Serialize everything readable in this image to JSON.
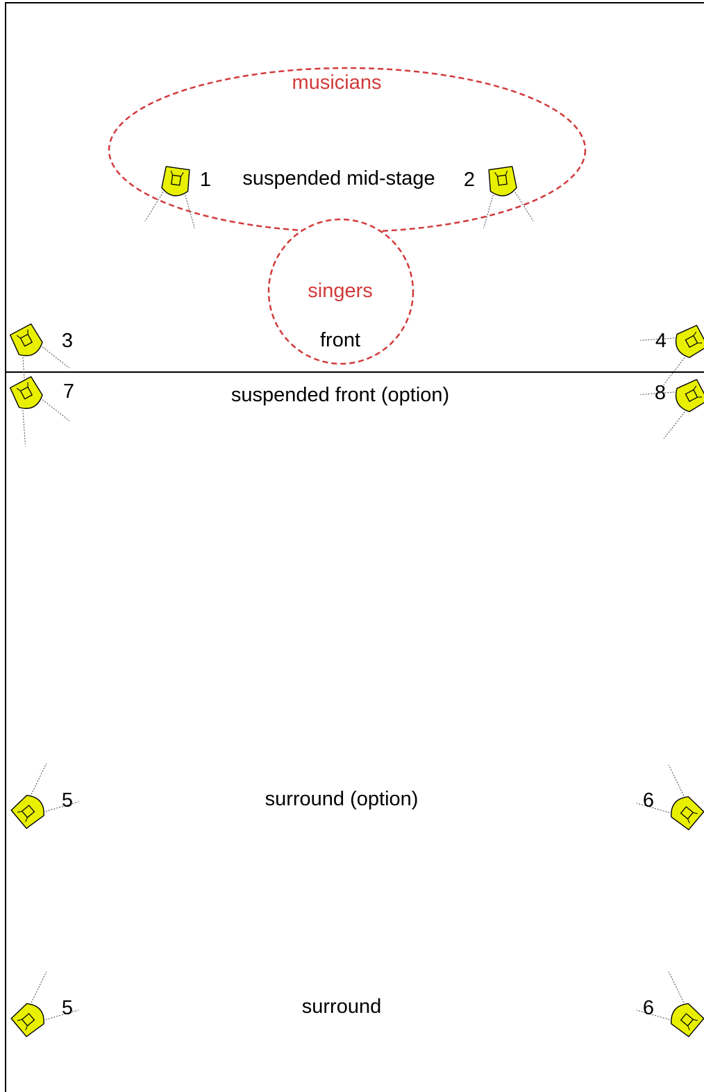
{
  "colors": {
    "speaker_fill": "#e8f000",
    "speaker_stroke": "#000000",
    "zone_stroke": "#d23a3a",
    "zone_text": "#d23a3a",
    "line": "#000000",
    "text": "#000000"
  },
  "zones": {
    "musicians": "musicians",
    "singers": "singers"
  },
  "sections": {
    "suspended_mid_stage": "suspended mid-stage",
    "front": "front",
    "suspended_front": "suspended front (option)",
    "surround_option": "surround (option)",
    "surround": "surround"
  },
  "speakers": [
    {
      "id": "mid-left",
      "number": "1",
      "icon": "speaker-icon"
    },
    {
      "id": "mid-right",
      "number": "2",
      "icon": "speaker-icon"
    },
    {
      "id": "front-left",
      "number": "3",
      "icon": "speaker-icon"
    },
    {
      "id": "front-right",
      "number": "4",
      "icon": "speaker-icon"
    },
    {
      "id": "suspended-front-left",
      "number": "7",
      "icon": "speaker-icon"
    },
    {
      "id": "suspended-front-right",
      "number": "8",
      "icon": "speaker-icon"
    },
    {
      "id": "surround-option-left",
      "number": "5",
      "icon": "speaker-icon"
    },
    {
      "id": "surround-option-right",
      "number": "6",
      "icon": "speaker-icon"
    },
    {
      "id": "surround-left",
      "number": "5",
      "icon": "speaker-icon"
    },
    {
      "id": "surround-right",
      "number": "6",
      "icon": "speaker-icon"
    }
  ]
}
